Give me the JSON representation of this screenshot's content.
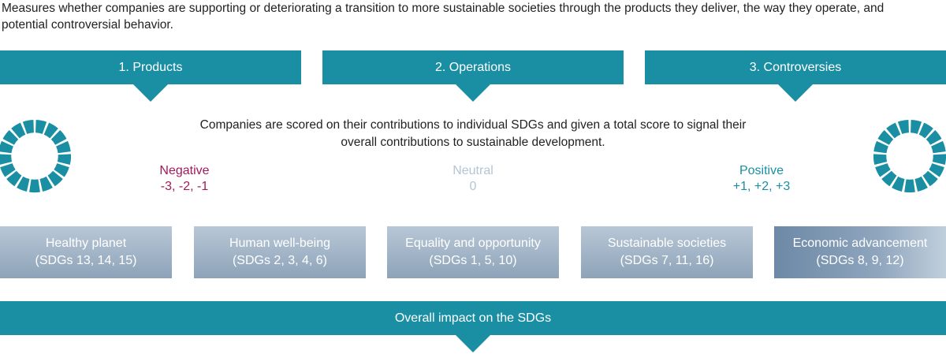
{
  "intro_text": "Measures whether companies are supporting or deteriorating a transition to more sustainable societies through the products they deliver, the way they operate, and potential controversial behavior.",
  "pillars": [
    {
      "label": "1.  Products"
    },
    {
      "label": "2. Operations"
    },
    {
      "label": "3. Controversies"
    }
  ],
  "scored_text": "Companies are scored on their contributions to individual SDGs and given a total score to signal their overall contributions to sustainable development.",
  "scores": {
    "negative": {
      "label": "Negative",
      "values": "-3, -2, -1",
      "color": "#a3195b"
    },
    "neutral": {
      "label": "Neutral",
      "values": "0",
      "color": "#b4c5d6"
    },
    "positive": {
      "label": "Positive",
      "values": "+1, +2, +3",
      "color": "#1a8fa3"
    }
  },
  "themes": [
    {
      "name": "Healthy planet",
      "sdgs": "(SDGs 13, 14, 15)"
    },
    {
      "name": "Human well-being",
      "sdgs": "(SDGs 2, 3, 4, 6)"
    },
    {
      "name": "Equality and opportunity",
      "sdgs": "(SDGs 1, 5, 10)"
    },
    {
      "name": "Sustainable societies",
      "sdgs": "(SDGs 7, 11, 16)"
    },
    {
      "name": "Economic advancement",
      "sdgs": "(SDGs 8, 9, 12)"
    }
  ],
  "overall_label": "Overall impact on the SDGs",
  "colors": {
    "teal": "#1a8fa3",
    "magenta": "#a3195b",
    "slate": "#8ea3b9"
  },
  "icons": {
    "wheel": "sdg-wheel-icon"
  }
}
